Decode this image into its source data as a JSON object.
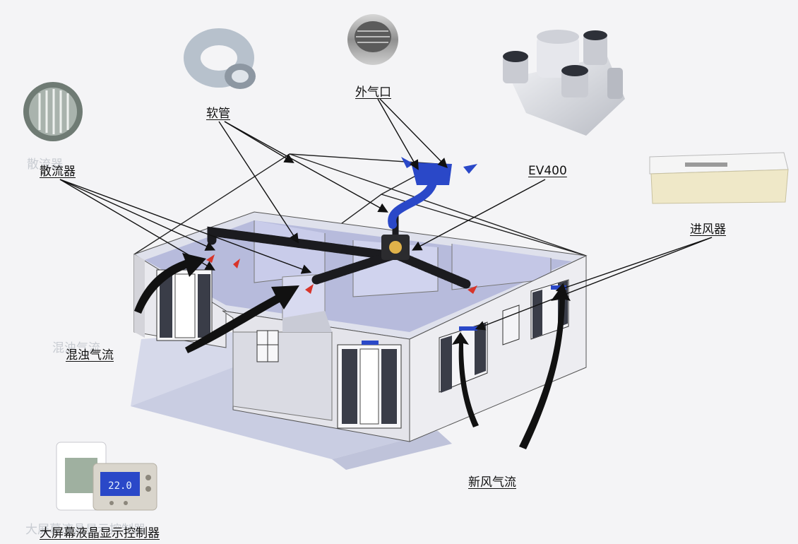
{
  "labels": {
    "diffuser": "散流器",
    "hose": "软管",
    "outdoor_vent": "外气口",
    "unit": "EV400",
    "inlet": "进风器",
    "exhaust_flow": "混浊气流",
    "fresh_flow": "新风气流",
    "controller": "大屏幕液晶显示控制器"
  },
  "ghosts": {
    "diffuser": "散流器",
    "exhaust_flow": "混浊气流",
    "controller": "大屏幕液晶显示控制器"
  },
  "thermostat": {
    "display": "22.0"
  },
  "colors": {
    "background": "#f4f4f6",
    "wall": "#ececf0",
    "floor_shadow": "#c7cbe0",
    "duct": "#1b1b1f",
    "accent_blue": "#2a48c8",
    "arrow_red": "#d8342a",
    "leader": "#111111"
  }
}
